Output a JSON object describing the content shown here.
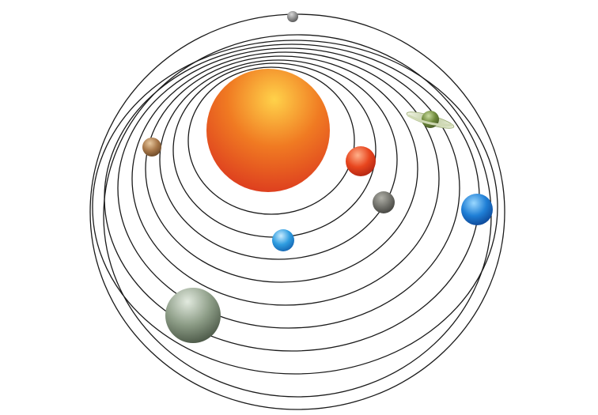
{
  "scene": {
    "background": "#ffffff",
    "orbit_color": "#1a1a1a",
    "orbit_count": 10
  },
  "bodies": [
    {
      "id": "sun",
      "icon": "sun-icon",
      "colors": [
        "#ffd24a",
        "#f07a22",
        "#d9301e"
      ]
    },
    {
      "id": "red-planet",
      "icon": "red-planet-icon",
      "colors": [
        "#ffb08a",
        "#e8461e",
        "#a81e10"
      ]
    },
    {
      "id": "gray-planet",
      "icon": "gray-planet-icon",
      "colors": [
        "#b0b0a8",
        "#6e6e68",
        "#3a3a36"
      ]
    },
    {
      "id": "blue-planet",
      "icon": "blue-planet-icon",
      "colors": [
        "#9ad8ff",
        "#1f7fd6",
        "#0a3c8a"
      ]
    },
    {
      "id": "small-blue-planet",
      "icon": "small-blue-planet-icon",
      "colors": [
        "#c9ecff",
        "#2f9de0",
        "#0f5aa8"
      ]
    },
    {
      "id": "ringed-planet",
      "icon": "ringed-planet-icon",
      "colors": [
        "#c9dba0",
        "#6f8a3c",
        "#3f5220"
      ]
    },
    {
      "id": "brown-planet",
      "icon": "brown-planet-icon",
      "colors": [
        "#e8c9a0",
        "#a8784a",
        "#5e3e20"
      ]
    },
    {
      "id": "large-gray-green-planet",
      "icon": "large-gray-green-planet-icon",
      "colors": [
        "#e2eadf",
        "#8c9c86",
        "#3e4a3a"
      ]
    },
    {
      "id": "tiny-gray-planet",
      "icon": "tiny-gray-planet-icon",
      "colors": [
        "#d8d8d8",
        "#8a8a8a",
        "#4a4a4a"
      ]
    }
  ]
}
